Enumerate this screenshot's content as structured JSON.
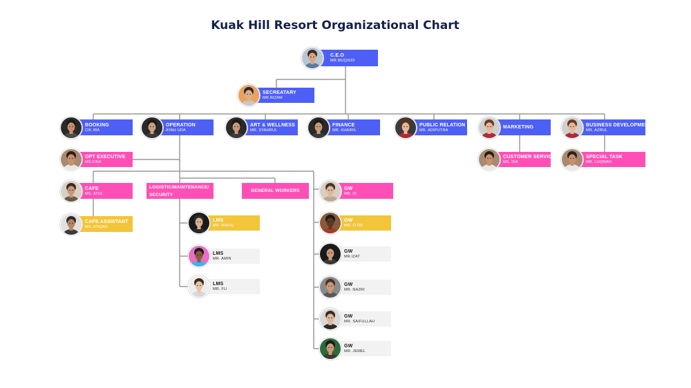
{
  "title": "Kuak Hill Resort Organizational Chart",
  "colors": {
    "blue": "#4e5ff5",
    "pink": "#ff4fb6",
    "yellow": "#f2c53a",
    "grey": "#f2f2f2",
    "line": "#9a9a9a",
    "title": "#15214a"
  },
  "nodes": [
    {
      "id": "ceo",
      "role": "C.E.O",
      "name": "MR.MUQSIDI",
      "color": "blue",
      "avatar": {
        "bg": "#b7c6d6",
        "skin": "#d9a57e",
        "hair": "#3a2a20",
        "shirt": "#5c7c9c"
      }
    },
    {
      "id": "secretary",
      "role": "SECREATARY",
      "name": "MR.NIZAM",
      "color": "blue",
      "avatar": {
        "bg": "#e9a35a",
        "skin": "#e0b08a",
        "hair": "#2a2a2a",
        "shirt": "#c8c8c8"
      }
    },
    {
      "id": "booking",
      "role": "BOOKING",
      "name": "CIK IRA",
      "color": "blue",
      "avatar": {
        "bg": "#2a2a2a",
        "skin": "#c98e6a",
        "hair": "#1a1a1a",
        "shirt": "#4a4a4a"
      }
    },
    {
      "id": "operation",
      "role": "OPERATION",
      "name": "AYAH UDA",
      "color": "blue",
      "avatar": {
        "bg": "#2a2a2a",
        "skin": "#caa080",
        "hair": "#1a1a1a",
        "shirt": "#3a3a3a"
      }
    },
    {
      "id": "art",
      "role": "ART & WELLNESS",
      "name": "MR. SYAHRUL",
      "color": "blue",
      "avatar": {
        "bg": "#2a2a2a",
        "skin": "#c99a78",
        "hair": "#1a1a1a",
        "shirt": "#3a3a3a"
      }
    },
    {
      "id": "finance",
      "role": "FINANCE",
      "name": "MR. KHAIRIL",
      "color": "blue",
      "avatar": {
        "bg": "#2a2a2a",
        "skin": "#c99a78",
        "hair": "#1a1a1a",
        "shirt": "#3a3a3a"
      }
    },
    {
      "id": "pr",
      "role": "PUBLIC RELATION",
      "name": "MR. ADIPUTRA",
      "color": "blue",
      "avatar": {
        "bg": "#3a3a3a",
        "skin": "#e6b898",
        "hair": "#5a2e1a",
        "shirt": "#b02a3a"
      }
    },
    {
      "id": "marketing",
      "role": "MARKETING",
      "name": "",
      "color": "blue",
      "avatar": {
        "bg": "#cfcfcf",
        "skin": "#e6b898",
        "hair": "#6a3a22",
        "shirt": "#b02a3a"
      }
    },
    {
      "id": "bizdev",
      "role": "BUSINESS DEVELOPMENT",
      "name": "MR. AZRUL",
      "color": "blue",
      "avatar": {
        "bg": "#cfcfcf",
        "skin": "#e6b898",
        "hair": "#6a3a22",
        "shirt": "#b02a3a"
      }
    },
    {
      "id": "opt",
      "role": "OPT EXECUTIVE",
      "name": "MS.FINA",
      "color": "pink",
      "avatar": {
        "bg": "#a88a70",
        "skin": "#c99070",
        "hair": "#2a1e18",
        "shirt": "#e8e8e8"
      }
    },
    {
      "id": "custserv",
      "role": "CUSTOMER SERVICE",
      "name": "MS. INA",
      "color": "pink",
      "avatar": {
        "bg": "#a88a70",
        "skin": "#c99070",
        "hair": "#2a1e18",
        "shirt": "#e8e8e8"
      }
    },
    {
      "id": "special",
      "role": "SPECIAL TASK",
      "name": "MR. LUQMAN",
      "color": "pink",
      "avatar": {
        "bg": "#a88a70",
        "skin": "#c99070",
        "hair": "#2a1e18",
        "shirt": "#e8e8e8"
      }
    },
    {
      "id": "cafe",
      "role": "CAFE",
      "name": "MS. ATUL",
      "color": "pink",
      "avatar": {
        "bg": "#d8d0c4",
        "skin": "#c99878",
        "hair": "#3a2a22",
        "shirt": "#6a5a4a"
      }
    },
    {
      "id": "cafeasst",
      "role": "CAFE ASSISTANT",
      "name": "MS. ATIQAH",
      "color": "yellow",
      "avatar": {
        "bg": "#e0e0e0",
        "skin": "#b88462",
        "hair": "#2a2a2a",
        "shirt": "#3a3a3a"
      }
    },
    {
      "id": "logistic",
      "role": "LOGISTIC/MAINTENANCE/ SECURITY",
      "name": "",
      "color": "pink",
      "avatar": null
    },
    {
      "id": "general",
      "role": "GENERAL WORKERS",
      "name": "",
      "color": "pink",
      "avatar": null
    },
    {
      "id": "lms1",
      "role": "LMS",
      "name": "MR. RAFIQ",
      "color": "yellow",
      "avatar": {
        "bg": "#1a1a1a",
        "skin": "#d8b090",
        "hair": "#2a2a2a",
        "shirt": "#2a2a2a"
      }
    },
    {
      "id": "lms2",
      "role": "LMS",
      "name": "MR. AMIN",
      "color": "grey",
      "avatar": {
        "bg": "#e76fc4",
        "skin": "#8a5a3e",
        "hair": "#1a1a1a",
        "shirt": "#3ab6e6"
      }
    },
    {
      "id": "lms3",
      "role": "LMS",
      "name": "MR. FU",
      "color": "grey",
      "avatar": {
        "bg": "#eeeeee",
        "skin": "#e8c4a8",
        "hair": "#3a2a20",
        "shirt": "#d8d8d8"
      }
    },
    {
      "id": "gw1",
      "role": "GW",
      "name": "MR. IS",
      "color": "pink",
      "avatar": {
        "bg": "#d8cfc4",
        "skin": "#e0b898",
        "hair": "#4a3426",
        "shirt": "#b8a898"
      }
    },
    {
      "id": "gw2",
      "role": "GW",
      "name": "MR. FITRI",
      "color": "yellow",
      "avatar": {
        "bg": "#8a5a3a",
        "skin": "#5a3a26",
        "hair": "#1a1a1a",
        "shirt": "#a83a2a"
      }
    },
    {
      "id": "gw3",
      "role": "GW",
      "name": "MR.IZAT",
      "color": "grey",
      "avatar": {
        "bg": "#1a1a1a",
        "skin": "#c99a78",
        "hair": "#1a1a1a",
        "shirt": "#3a3a3a"
      }
    },
    {
      "id": "gw4",
      "role": "GW",
      "name": "MR. NAZRI",
      "color": "grey",
      "avatar": {
        "bg": "#8a8a8a",
        "skin": "#c99a78",
        "hair": "#4a3426",
        "shirt": "#5a5a5a"
      }
    },
    {
      "id": "gw5",
      "role": "GW",
      "name": "MR. SAIFULLAH",
      "color": "grey",
      "avatar": {
        "bg": "#d8d8d8",
        "skin": "#e0b898",
        "hair": "#3a2a20",
        "shirt": "#2a2a2a"
      }
    },
    {
      "id": "gw6",
      "role": "GW",
      "name": "MR. JEMEL",
      "color": "grey",
      "avatar": {
        "bg": "#2e6a3a",
        "skin": "#c99a78",
        "hair": "#1a1a1a",
        "shirt": "#3a3a3a"
      }
    }
  ]
}
